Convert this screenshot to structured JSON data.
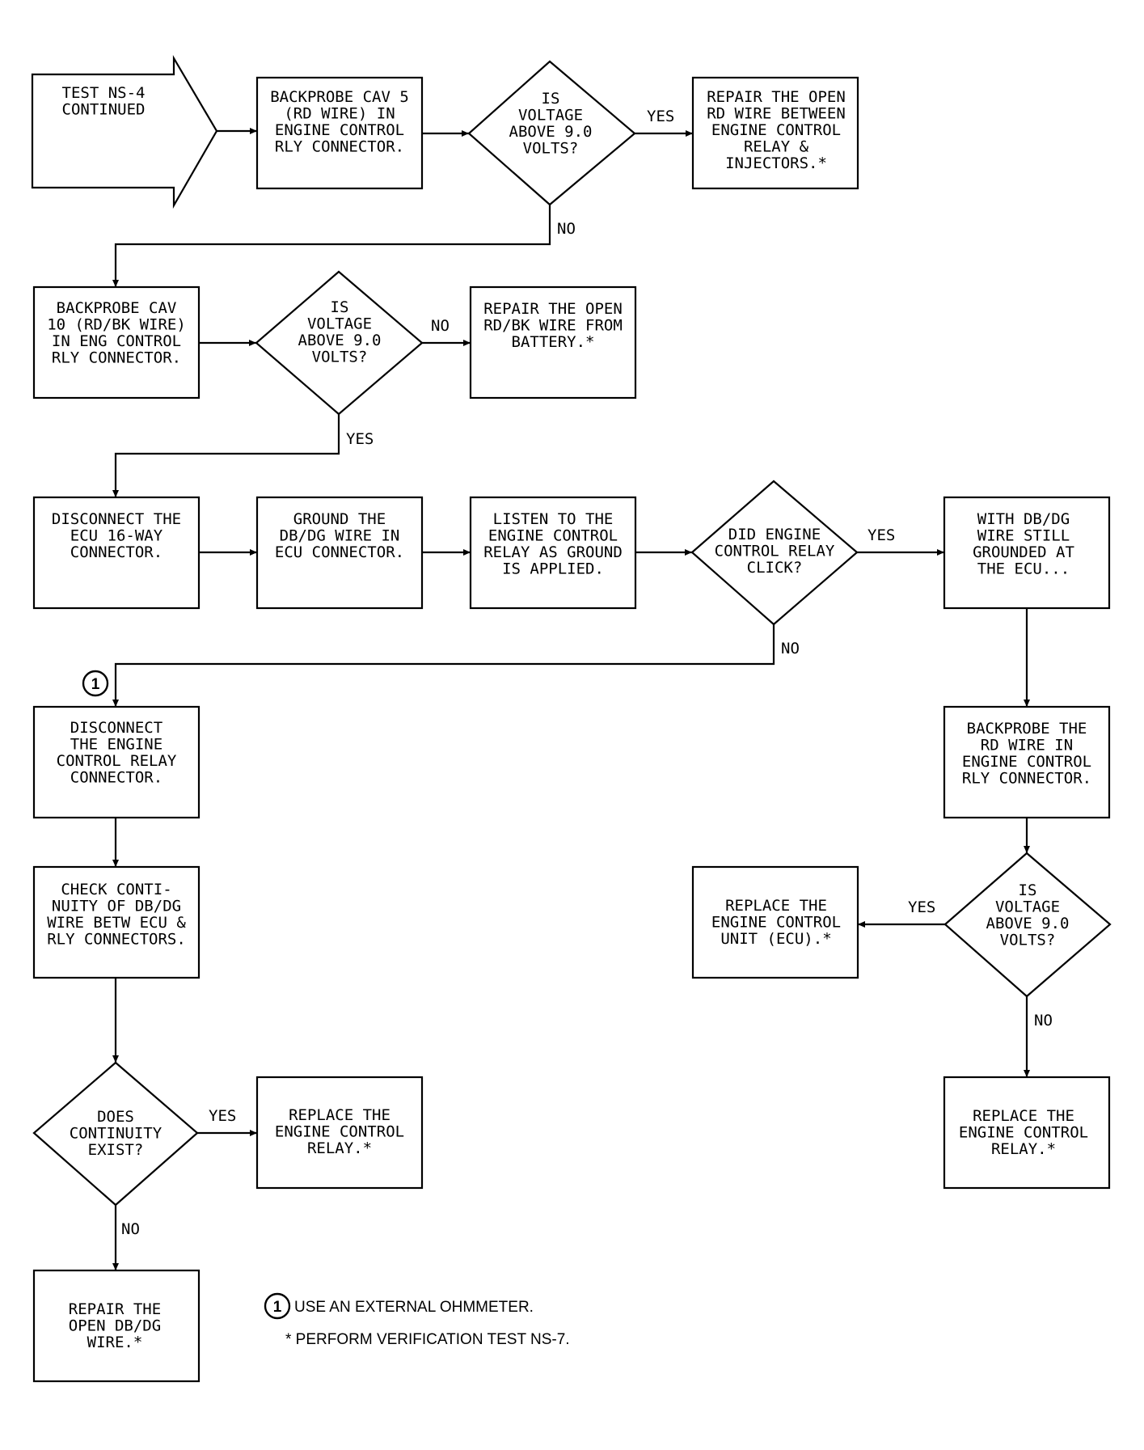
{
  "nodes": {
    "start": [
      "TEST NS-4",
      "CONTINUED"
    ],
    "n1": [
      "BACKPROBE CAV 5",
      "(RD WIRE) IN",
      "ENGINE CONTROL",
      "RLY CONNECTOR."
    ],
    "d1": [
      "IS",
      "VOLTAGE",
      "ABOVE 9.0",
      "VOLTS?"
    ],
    "n2": [
      "REPAIR THE OPEN",
      "RD WIRE BETWEEN",
      "ENGINE CONTROL",
      "RELAY &",
      "INJECTORS.*"
    ],
    "n3": [
      "BACKPROBE CAV",
      "10 (RD/BK WIRE)",
      "IN ENG CONTROL",
      "RLY CONNECTOR."
    ],
    "d2": [
      "IS",
      "VOLTAGE",
      "ABOVE 9.0",
      "VOLTS?"
    ],
    "n4": [
      "REPAIR THE OPEN",
      "RD/BK WIRE FROM",
      "BATTERY.*"
    ],
    "n5": [
      "DISCONNECT THE",
      "ECU 16-WAY",
      "CONNECTOR."
    ],
    "n6": [
      "GROUND THE",
      "DB/DG WIRE IN",
      "ECU CONNECTOR."
    ],
    "n7": [
      "LISTEN TO THE",
      "ENGINE CONTROL",
      "RELAY AS GROUND",
      "IS APPLIED."
    ],
    "d3": [
      "DID ENGINE",
      "CONTROL RELAY",
      "CLICK?"
    ],
    "n8": [
      "WITH DB/DG",
      "WIRE STILL",
      "GROUNDED AT",
      "THE ECU..."
    ],
    "n9": [
      "DISCONNECT",
      "THE ENGINE",
      "CONTROL RELAY",
      "CONNECTOR."
    ],
    "n10": [
      "BACKPROBE THE",
      "RD WIRE IN",
      "ENGINE CONTROL",
      "RLY CONNECTOR."
    ],
    "n11": [
      "CHECK CONTI-",
      "NUITY OF DB/DG",
      "WIRE BETW ECU &",
      "RLY CONNECTORS."
    ],
    "n12": [
      "REPLACE THE",
      "ENGINE CONTROL",
      "UNIT (ECU).*"
    ],
    "d4": [
      "IS",
      "VOLTAGE",
      "ABOVE 9.0",
      "VOLTS?"
    ],
    "d5": [
      "DOES",
      "CONTINUITY",
      "EXIST?"
    ],
    "n13": [
      "REPLACE THE",
      "ENGINE CONTROL",
      "RELAY.*"
    ],
    "n14": [
      "REPLACE THE",
      "ENGINE CONTROL",
      "RELAY.*"
    ],
    "n15": [
      "REPAIR THE",
      "OPEN DB/DG",
      "WIRE.*"
    ]
  },
  "edge_labels": {
    "d1_yes": "YES",
    "d1_no": "NO",
    "d2_no": "NO",
    "d2_yes": "YES",
    "d3_yes": "YES",
    "d3_no": "NO",
    "d4_yes": "YES",
    "d4_no": "NO",
    "d5_yes": "YES",
    "d5_no": "NO"
  },
  "marker": "1",
  "notes": {
    "ohmmeter_number": "1",
    "ohmmeter": "USE AN EXTERNAL OHMMETER.",
    "verification": "* PERFORM VERIFICATION TEST NS-7."
  }
}
